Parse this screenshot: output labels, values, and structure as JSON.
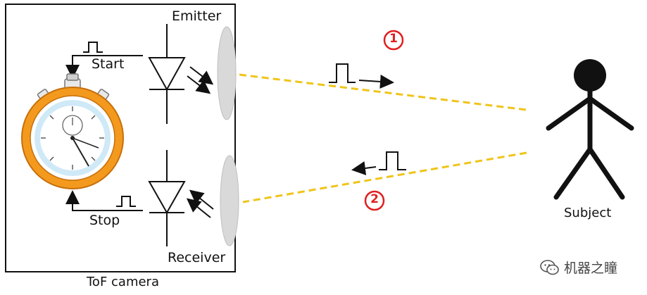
{
  "labels": {
    "emitter": "Emitter",
    "receiver": "Receiver",
    "start": "Start",
    "stop": "Stop",
    "subject": "Subject",
    "camera": "ToF camera",
    "marker_outgoing": "1",
    "marker_return": "2"
  },
  "watermark": {
    "text": "机器之瞳",
    "icon": "wechat-icon"
  },
  "colors": {
    "light_path": "#f0c419",
    "marker": "#e02020",
    "stopwatch_body": "#f39a1e",
    "stopwatch_face": "#cfe9f7",
    "lens": "#d9d9d9",
    "stroke": "#111111"
  }
}
